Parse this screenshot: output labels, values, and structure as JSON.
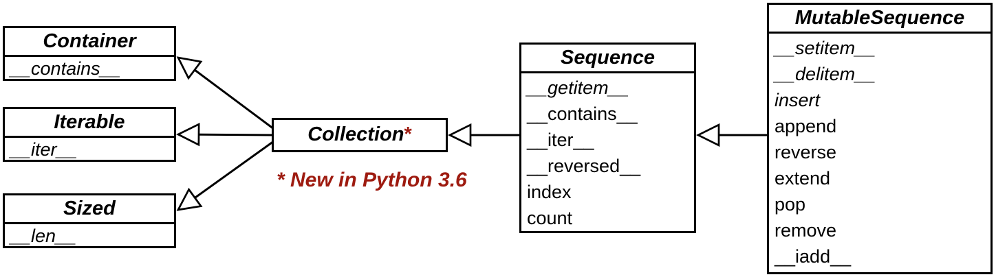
{
  "classes": {
    "container": {
      "name": "Container",
      "methods": [
        "__contains__"
      ]
    },
    "iterable": {
      "name": "Iterable",
      "methods": [
        "__iter__"
      ]
    },
    "sized": {
      "name": "Sized",
      "methods": [
        "__len__"
      ]
    },
    "collection": {
      "name": "Collection",
      "asterisk": "*"
    },
    "sequence": {
      "name": "Sequence",
      "methods": [
        "__getitem__",
        "__contains__",
        "__iter__",
        "__reversed__",
        "index",
        "count"
      ]
    },
    "mutable_sequence": {
      "name": "MutableSequence",
      "methods": [
        "__setitem__",
        "__delitem__",
        "insert",
        "append",
        "reverse",
        "extend",
        "pop",
        "remove",
        "__iadd__"
      ]
    }
  },
  "note": {
    "text": "* New in Python 3.6"
  },
  "colors": {
    "note-red": "#9e1b10",
    "line": "#000000"
  }
}
